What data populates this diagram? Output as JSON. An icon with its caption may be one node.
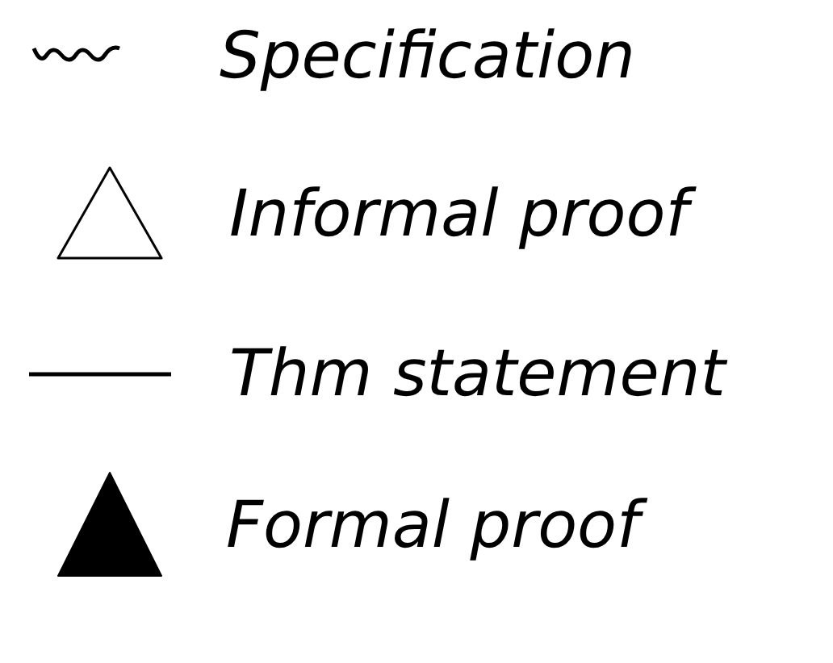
{
  "diagram": {
    "legend": [
      {
        "text": "Specification"
      },
      {
        "text": "Informal proof"
      },
      {
        "text": "Thm statement"
      },
      {
        "text": "Formal proof"
      }
    ]
  }
}
